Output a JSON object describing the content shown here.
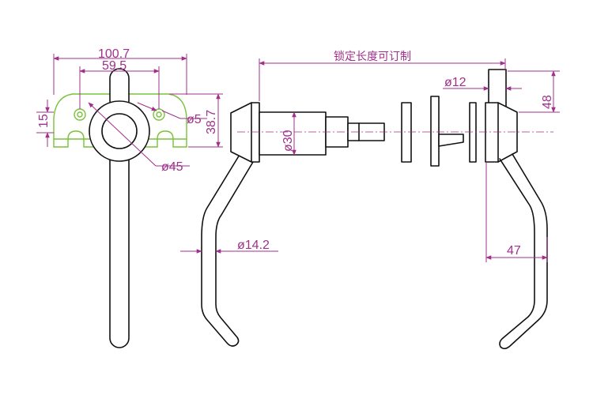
{
  "colors": {
    "outline": "#111111",
    "dimension": "#a0308a",
    "mounting_plate": "#79c23a",
    "background": "#ffffff"
  },
  "dimensions": {
    "plate_width": "100.7",
    "hole_spacing": "59.5",
    "plate_height": "38.7",
    "edge_height": "15",
    "hole_diameter": "ø5",
    "rosette_diameter": "ø45",
    "handle_rod_diameter": "ø14.2",
    "boss_diameter": "ø30",
    "lock_length_note": "锁定长度可订制",
    "spindle_diameter": "ø12",
    "top_height": "48",
    "handle_offset": "47"
  }
}
